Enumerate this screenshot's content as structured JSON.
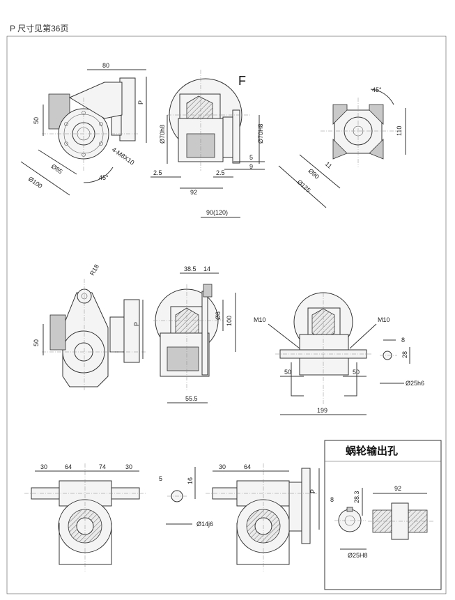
{
  "header_note": "P 尺寸见第36页",
  "view_label_f": "F",
  "output_box_title": "蜗轮输出孔",
  "dims": {
    "d80": "80",
    "p1": "P",
    "d50a": "50",
    "d85": "Ø85",
    "d100": "Ø100",
    "m8x10": "4-M8X10",
    "ang45a": "45°",
    "d70h8a": "Ø70h8",
    "d70h8b": "Ø70H8",
    "d5": "5",
    "d9": "9",
    "d2_5a": "2.5",
    "d2_5b": "2.5",
    "d92a": "92",
    "d90_120": "90(120)",
    "ang45b": "45°",
    "d110": "110",
    "d11": "11",
    "d90": "Ø90",
    "d125": "Ø125",
    "r18": "R18",
    "d38_5": "38.5",
    "d14a": "14",
    "p2": "P",
    "d8a": "Ø8",
    "d100b": "100",
    "d50b": "50",
    "d55_5": "55.5",
    "m10a": "M10",
    "m10b": "M10",
    "d50c": "50",
    "d50d": "50",
    "d199": "199",
    "d8b": "8",
    "d28": "28",
    "d25h6": "Ø25h6",
    "d30a": "30",
    "d64a": "64",
    "d74": "74",
    "d30b": "30",
    "d5b": "5",
    "d16": "16",
    "d14j6": "Ø14j6",
    "d30c": "30",
    "d64b": "64",
    "p3": "P",
    "d92b": "92",
    "d8c": "8",
    "d28_3": "28.3",
    "d25h8": "Ø25H8"
  }
}
